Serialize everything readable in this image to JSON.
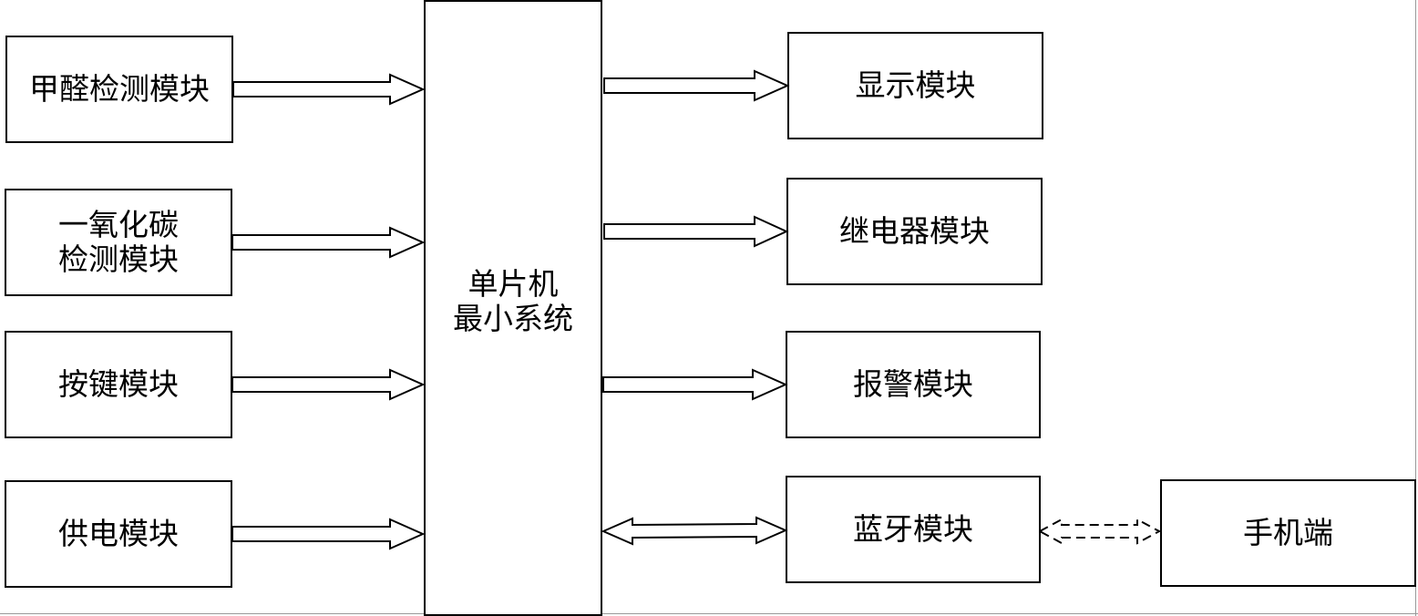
{
  "diagram": {
    "center_block": {
      "label": "单片机\n最小系统"
    },
    "inputs": [
      {
        "label": "甲醛检测模块"
      },
      {
        "label": "一氧化碳\n检测模块"
      },
      {
        "label": "按键模块"
      },
      {
        "label": "供电模块"
      }
    ],
    "outputs": [
      {
        "label": "显示模块"
      },
      {
        "label": "继电器模块"
      },
      {
        "label": "报警模块"
      },
      {
        "label": "蓝牙模块"
      }
    ],
    "external": {
      "label": "手机端"
    },
    "links": [
      {
        "from": "甲醛检测模块",
        "to": "单片机最小系统",
        "style": "solid",
        "direction": "one-way"
      },
      {
        "from": "一氧化碳检测模块",
        "to": "单片机最小系统",
        "style": "solid",
        "direction": "one-way"
      },
      {
        "from": "按键模块",
        "to": "单片机最小系统",
        "style": "solid",
        "direction": "one-way"
      },
      {
        "from": "供电模块",
        "to": "单片机最小系统",
        "style": "solid",
        "direction": "one-way"
      },
      {
        "from": "单片机最小系统",
        "to": "显示模块",
        "style": "solid",
        "direction": "one-way"
      },
      {
        "from": "单片机最小系统",
        "to": "继电器模块",
        "style": "solid",
        "direction": "one-way"
      },
      {
        "from": "单片机最小系统",
        "to": "报警模块",
        "style": "solid",
        "direction": "one-way"
      },
      {
        "from": "单片机最小系统",
        "to": "蓝牙模块",
        "style": "solid",
        "direction": "two-way"
      },
      {
        "from": "蓝牙模块",
        "to": "手机端",
        "style": "dashed",
        "direction": "two-way"
      }
    ],
    "colors": {
      "stroke": "#000000",
      "background": "#ffffff",
      "frame": "#999999"
    }
  }
}
